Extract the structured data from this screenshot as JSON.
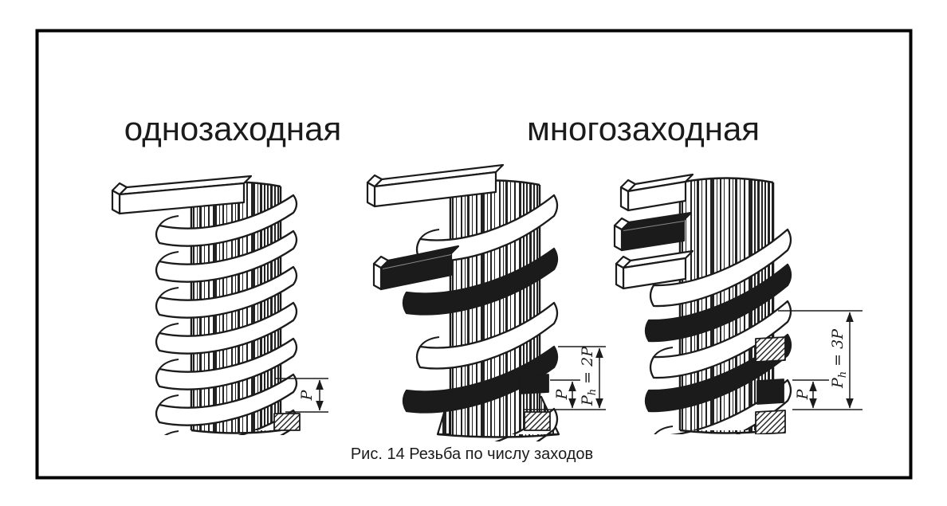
{
  "page": {
    "background": "#ffffff",
    "border_color": "#000000",
    "ink_color": "#1b1b1b"
  },
  "titles": {
    "left": "однозаходная",
    "right": "многозаходная"
  },
  "caption": {
    "text": "Рис. 14 Резьба по числу заходов"
  },
  "figures": {
    "single_start": {
      "pitch_label": "P"
    },
    "double_start": {
      "pitch_label": "P",
      "lead_label": {
        "base": "P",
        "sub": "h",
        "rest": " = 2P"
      }
    },
    "triple_start": {
      "pitch_label": "P",
      "lead_label": {
        "base": "P",
        "sub": "h",
        "rest": " = 3P"
      }
    }
  }
}
